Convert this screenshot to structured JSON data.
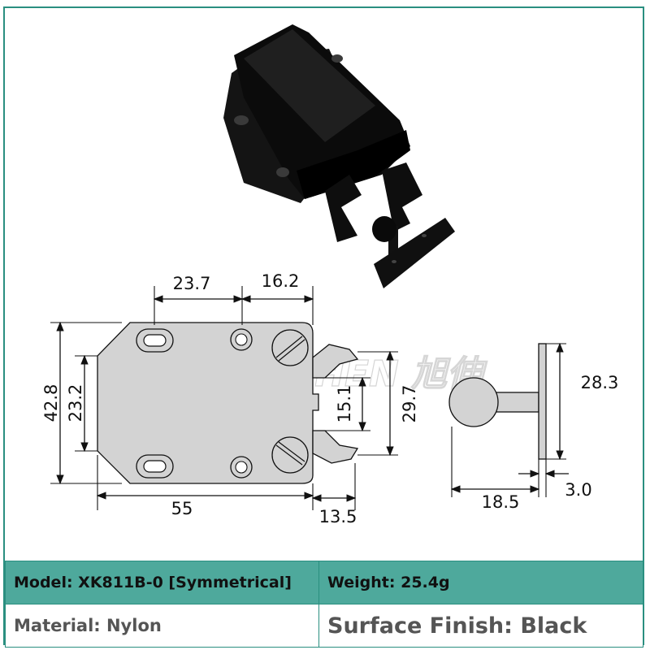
{
  "watermark": "XUSHEN 旭伸",
  "dimensions": {
    "top_left": "23.7",
    "top_right": "16.2",
    "overall_height": "42.8",
    "mount_height": "23.2",
    "catch_gap": "15.1",
    "catch_height": "29.7",
    "length": "55",
    "catch_length": "13.5",
    "striker_height": "28.3",
    "striker_length": "18.5",
    "plate_thickness": "3.0"
  },
  "specs": {
    "model": "Model: XK811B-0 [Symmetrical]",
    "weight": "Weight: 25.4g",
    "material": "Material: Nylon",
    "finish": "Surface Finish: Black"
  },
  "colors": {
    "accent": "#4ea99c",
    "border": "#2a8f80",
    "part_fill": "#d3d3d3",
    "product": "#111111"
  }
}
